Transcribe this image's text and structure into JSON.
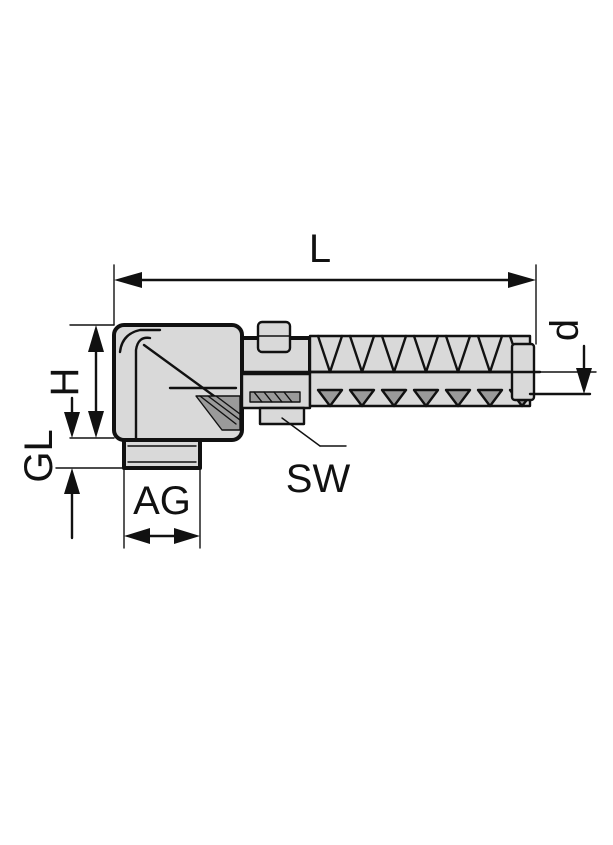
{
  "labels": {
    "length": "L",
    "height": "H",
    "thread_length": "GL",
    "thread": "AG",
    "wrench_size": "SW",
    "cable_diameter": "d"
  }
}
